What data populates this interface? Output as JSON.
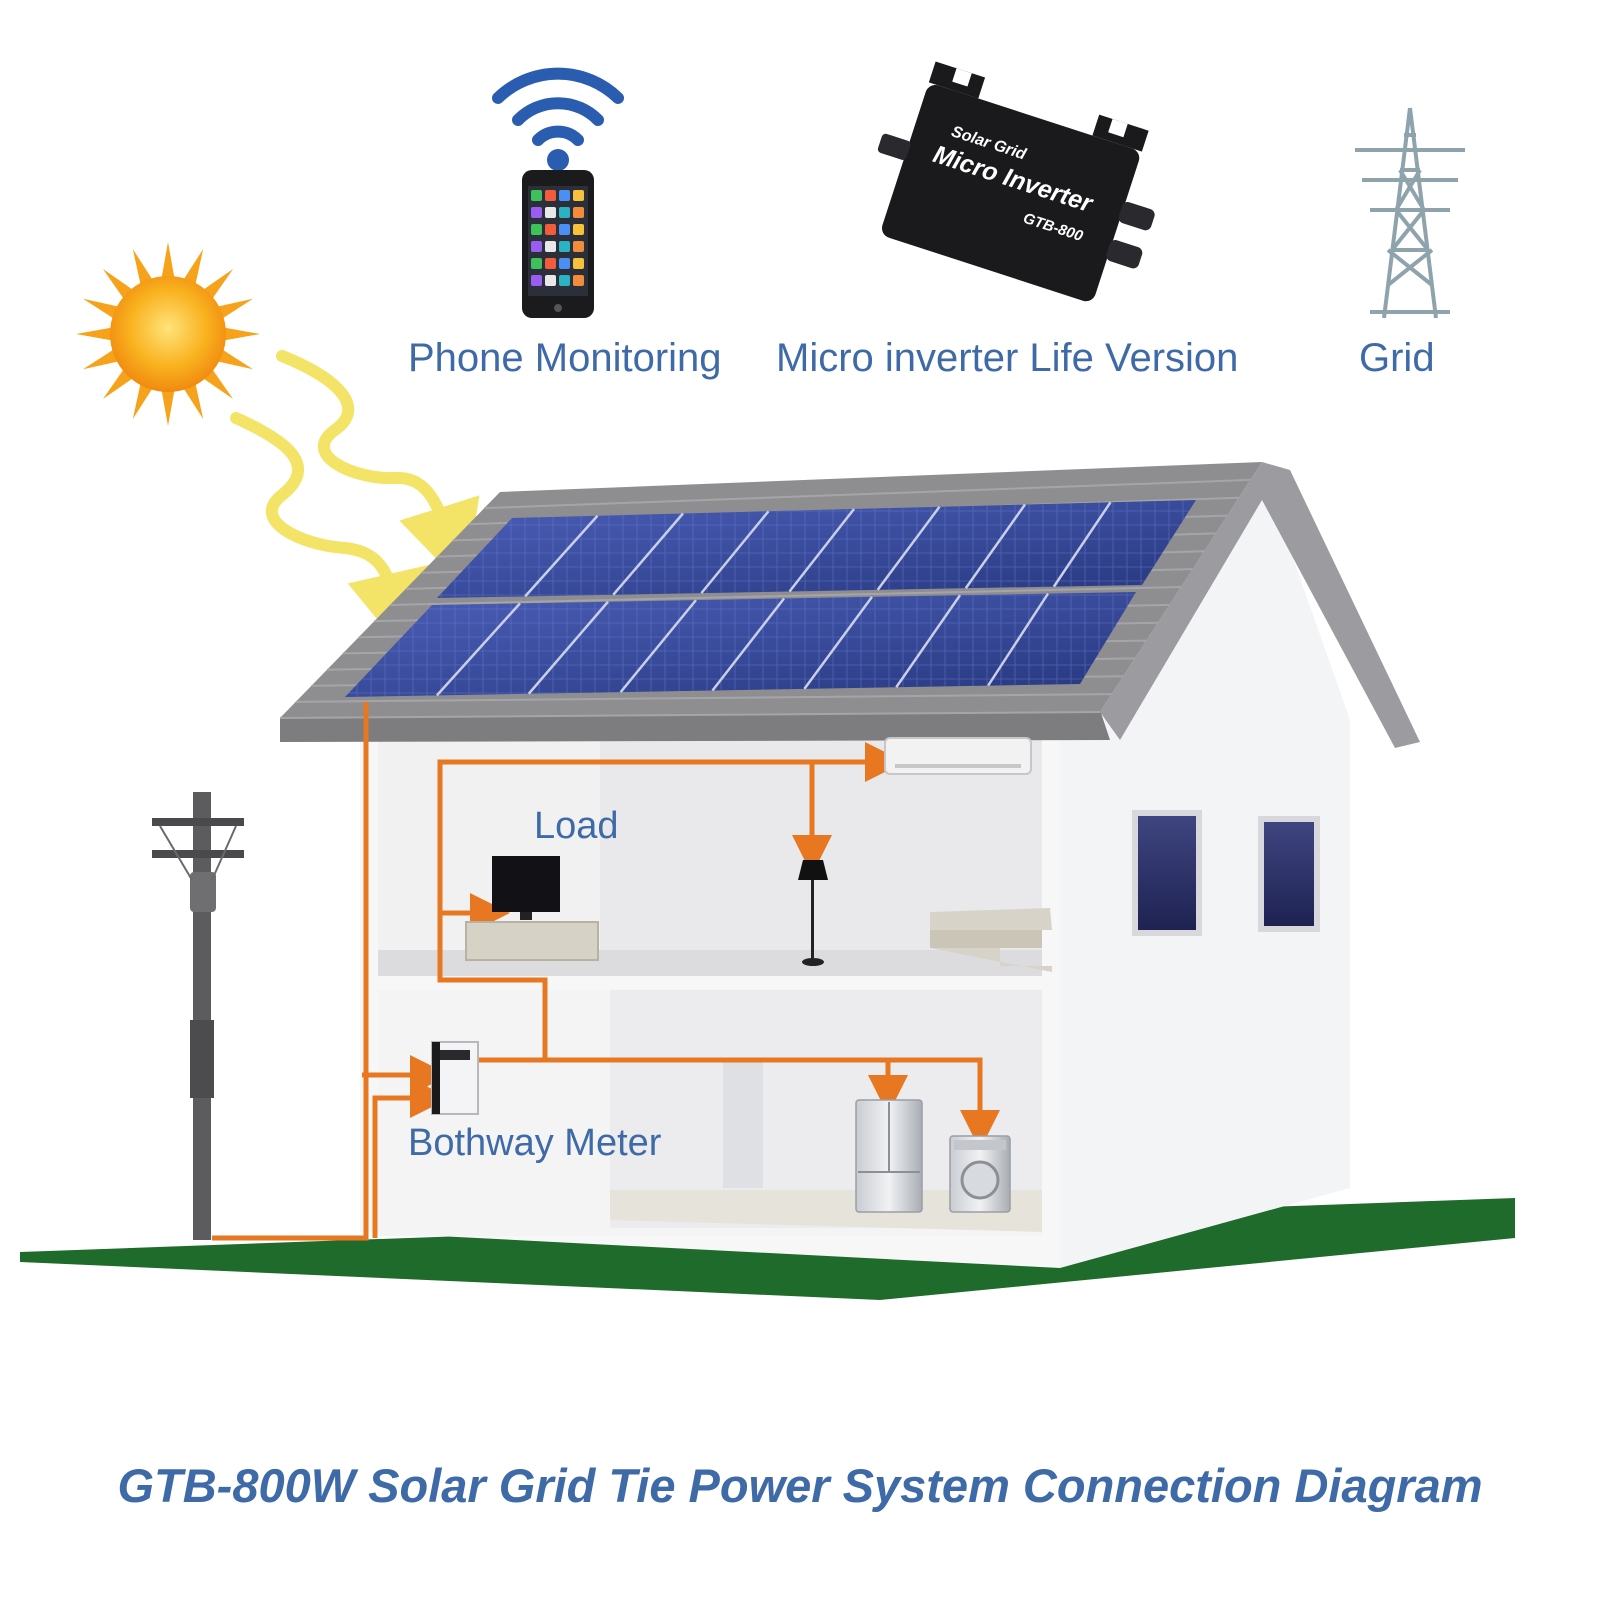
{
  "labels": {
    "phone": "Phone Monitoring",
    "inverter": "Micro inverter Life Version",
    "grid": "Grid",
    "load": "Load",
    "meter": "Bothway Meter"
  },
  "inverter_device": {
    "line1": "Solar Grid",
    "line2": "Micro Inverter",
    "model": "GTB-800"
  },
  "title": "GTB-800W Solar Grid Tie Power System Connection Diagram",
  "colors": {
    "label_text": "#3f6aa8",
    "wiring": "#e87722",
    "sun": "#f7a21b",
    "sun_rays_wave": "#f5e66a",
    "ground": "#1f6b2c",
    "roof": "#8e8e8e",
    "solar_panel": "#33459a",
    "wifi": "#2a5db0"
  },
  "icons": [
    "sun-icon",
    "wifi-icon",
    "smartphone-icon",
    "micro-inverter-icon",
    "transmission-tower-icon",
    "utility-pole-icon",
    "tv-icon",
    "lamp-icon",
    "sofa-icon",
    "air-conditioner-icon",
    "refrigerator-icon",
    "washing-machine-icon",
    "bothway-meter-icon"
  ]
}
